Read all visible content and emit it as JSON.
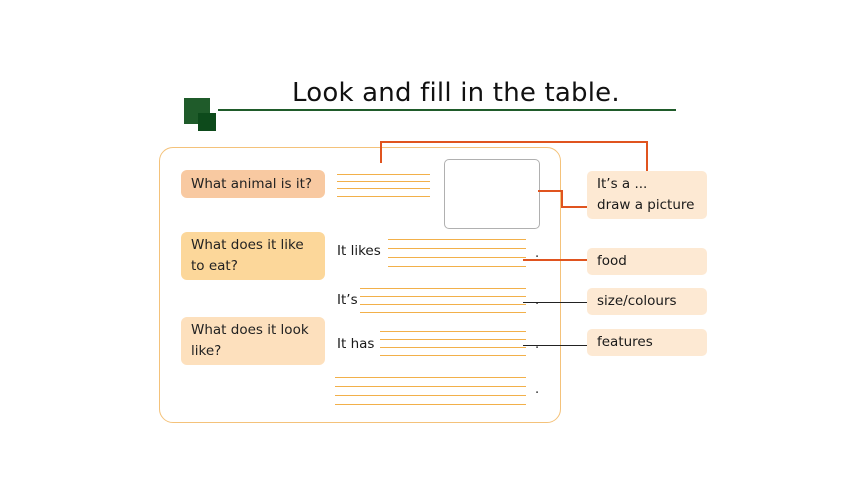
{
  "title": "Look and  fill in the table.",
  "questions": {
    "q1": "What animal is it?",
    "q2": "What does it like to eat?",
    "q3": "What does it look like?"
  },
  "prompts": {
    "likes": "It likes",
    "is": "It’s",
    "has": "It has",
    "period": "."
  },
  "hints": {
    "h1_line1": "It’s a ...",
    "h1_line2": "draw a picture",
    "food": "food",
    "size_colours": "size/colours",
    "features": "features"
  },
  "colors": {
    "accent_green": "#1f5b2a",
    "frame_orange": "#f4c27a",
    "connector_red": "#e0541f"
  }
}
